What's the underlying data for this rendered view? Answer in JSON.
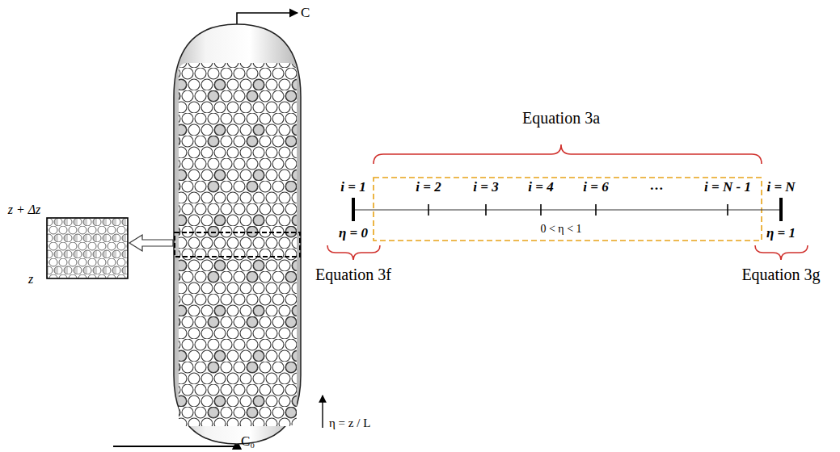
{
  "diagram": {
    "labels": [
      "C",
      "z + Δz",
      "z",
      "η = z / L",
      "C₀",
      "Equation 3a",
      "i = 1",
      "i = 2",
      "i = 3",
      "i = 4",
      "i = 6",
      "…",
      "i = N - 1",
      "i = N",
      "η = 0",
      "0 < η < 1",
      "η = 1",
      "Equation 3f",
      "Equation 3g"
    ]
  }
}
